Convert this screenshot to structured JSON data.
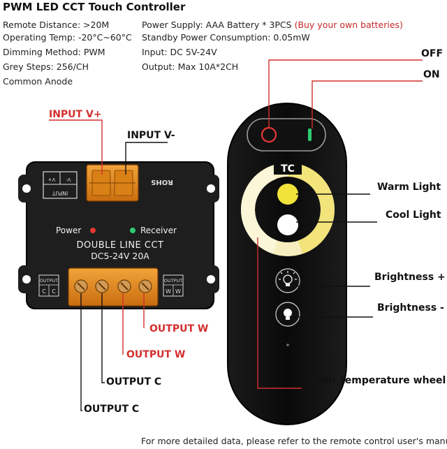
{
  "title": "PWM LED CCT Touch Controller",
  "specs": {
    "remote_distance": "Remote Distance: >20M",
    "operating_temp": "Operating Temp: -20°C~60°C",
    "dimming_method": "Dimming Method: PWM",
    "grey_steps": "Grey Steps: 256/CH",
    "common_anode": "Common Anode",
    "power_supply": "Power Supply: AAA Battery * 3PCS",
    "power_supply_note": "(Buy your own batteries)",
    "standby_power": "Standby Power Consumption: 0.05mW",
    "input": "Input: DC 5V-24V",
    "output": "Output: Max 10A*2CH"
  },
  "controller": {
    "input_label": "INPUT",
    "v_minus": "V-",
    "v_plus": "V+",
    "rohs": "ROHS",
    "power": "Power",
    "receiver": "Receiver",
    "line1": "DOUBLE LINE CCT",
    "line2": "DC5-24V  20A",
    "output_label": "OUTPUT",
    "c": "C",
    "w": "W"
  },
  "remote": {
    "brand": "TC"
  },
  "callouts": {
    "input_v_plus": "INPUT V+",
    "input_v_minus": "INPUT V-",
    "output_w_1": "OUTPUT W",
    "output_w_2": "OUTPUT W",
    "output_c_1": "OUTPUT C",
    "output_c_2": "OUTPUT C",
    "off": "OFF",
    "on": "ON",
    "warm_light": "Warm Light",
    "cool_light": "Cool Light",
    "brightness_plus": "Brightness +",
    "brightness_minus": "Brightness -",
    "color_wheel": "Color temperature wheel"
  },
  "footer": "For more detailed data, please refer to the remote control user's manual.",
  "colors": {
    "callout_red": "#d32f2f",
    "power_led": "#e53935",
    "receiver_led": "#2ecc71",
    "terminal_orange": "#e68a1e",
    "wheel_warm": "#f2e37a",
    "wheel_cool": "#fbf6d8"
  }
}
